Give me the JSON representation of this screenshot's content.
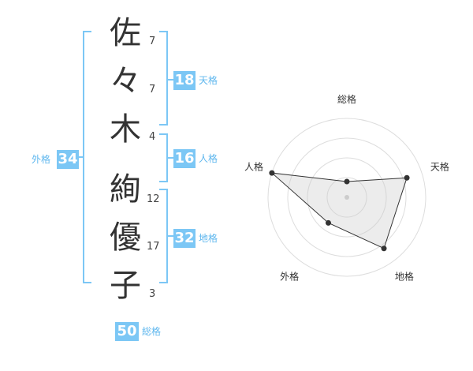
{
  "name": {
    "chars": [
      {
        "char": "佐",
        "strokes": "7"
      },
      {
        "char": "々",
        "strokes": "7"
      },
      {
        "char": "木",
        "strokes": "4"
      },
      {
        "char": "絢",
        "strokes": "12"
      },
      {
        "char": "優",
        "strokes": "17"
      },
      {
        "char": "子",
        "strokes": "3"
      }
    ]
  },
  "fortune": {
    "tenkaku": {
      "label": "天格",
      "value": "18"
    },
    "jinkaku": {
      "label": "人格",
      "value": "16"
    },
    "chikaku": {
      "label": "地格",
      "value": "32"
    },
    "gaikaku": {
      "label": "外格",
      "value": "34"
    },
    "soukaku": {
      "label": "総格",
      "value": "50"
    }
  },
  "colors": {
    "accent": "#7cc7f5",
    "accent_text": "#5fb7ee",
    "bracket": "#7cc7f5"
  },
  "chart_data": {
    "type": "radar",
    "axes": [
      "総格",
      "天格",
      "地格",
      "外格",
      "人格"
    ],
    "values": [
      1,
      4,
      4,
      2,
      5
    ],
    "rmax": 5,
    "grid_rings": 4
  }
}
